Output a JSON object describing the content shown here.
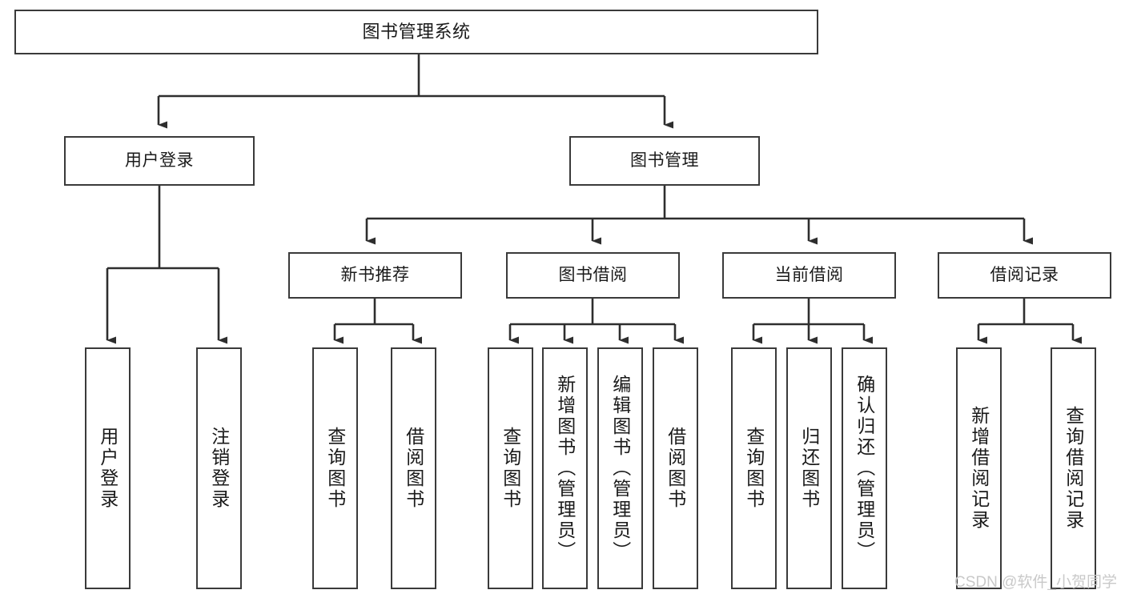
{
  "diagram": {
    "title_node": {
      "label": "图书管理系统"
    },
    "level2": [
      {
        "label": "用户登录"
      },
      {
        "label": "图书管理"
      }
    ],
    "level3": [
      {
        "label": "新书推荐"
      },
      {
        "label": "图书借阅"
      },
      {
        "label": "当前借阅"
      },
      {
        "label": "借阅记录"
      }
    ],
    "leaves": {
      "user_login": [
        {
          "label": "用户登录"
        },
        {
          "label": "注销登录"
        }
      ],
      "new_book_recommend": [
        {
          "label": "查询图书"
        },
        {
          "label": "借阅图书"
        }
      ],
      "book_borrow": [
        {
          "label": "查询图书"
        },
        {
          "label": "新增图书（管理员）"
        },
        {
          "label": "编辑图书（管理员）"
        },
        {
          "label": "借阅图书"
        }
      ],
      "current_borrow": [
        {
          "label": "查询图书"
        },
        {
          "label": "归还图书"
        },
        {
          "label": "确认归还（管理员）"
        }
      ],
      "borrow_record": [
        {
          "label": "新增借阅记录"
        },
        {
          "label": "查询借阅记录"
        }
      ]
    }
  },
  "watermark": {
    "text": "CSDN @软件_小贺同学"
  },
  "colors": {
    "border": "#3a3a3a",
    "background": "#ffffff",
    "text": "#1a1a1a",
    "watermark": "#c9c9c9"
  }
}
